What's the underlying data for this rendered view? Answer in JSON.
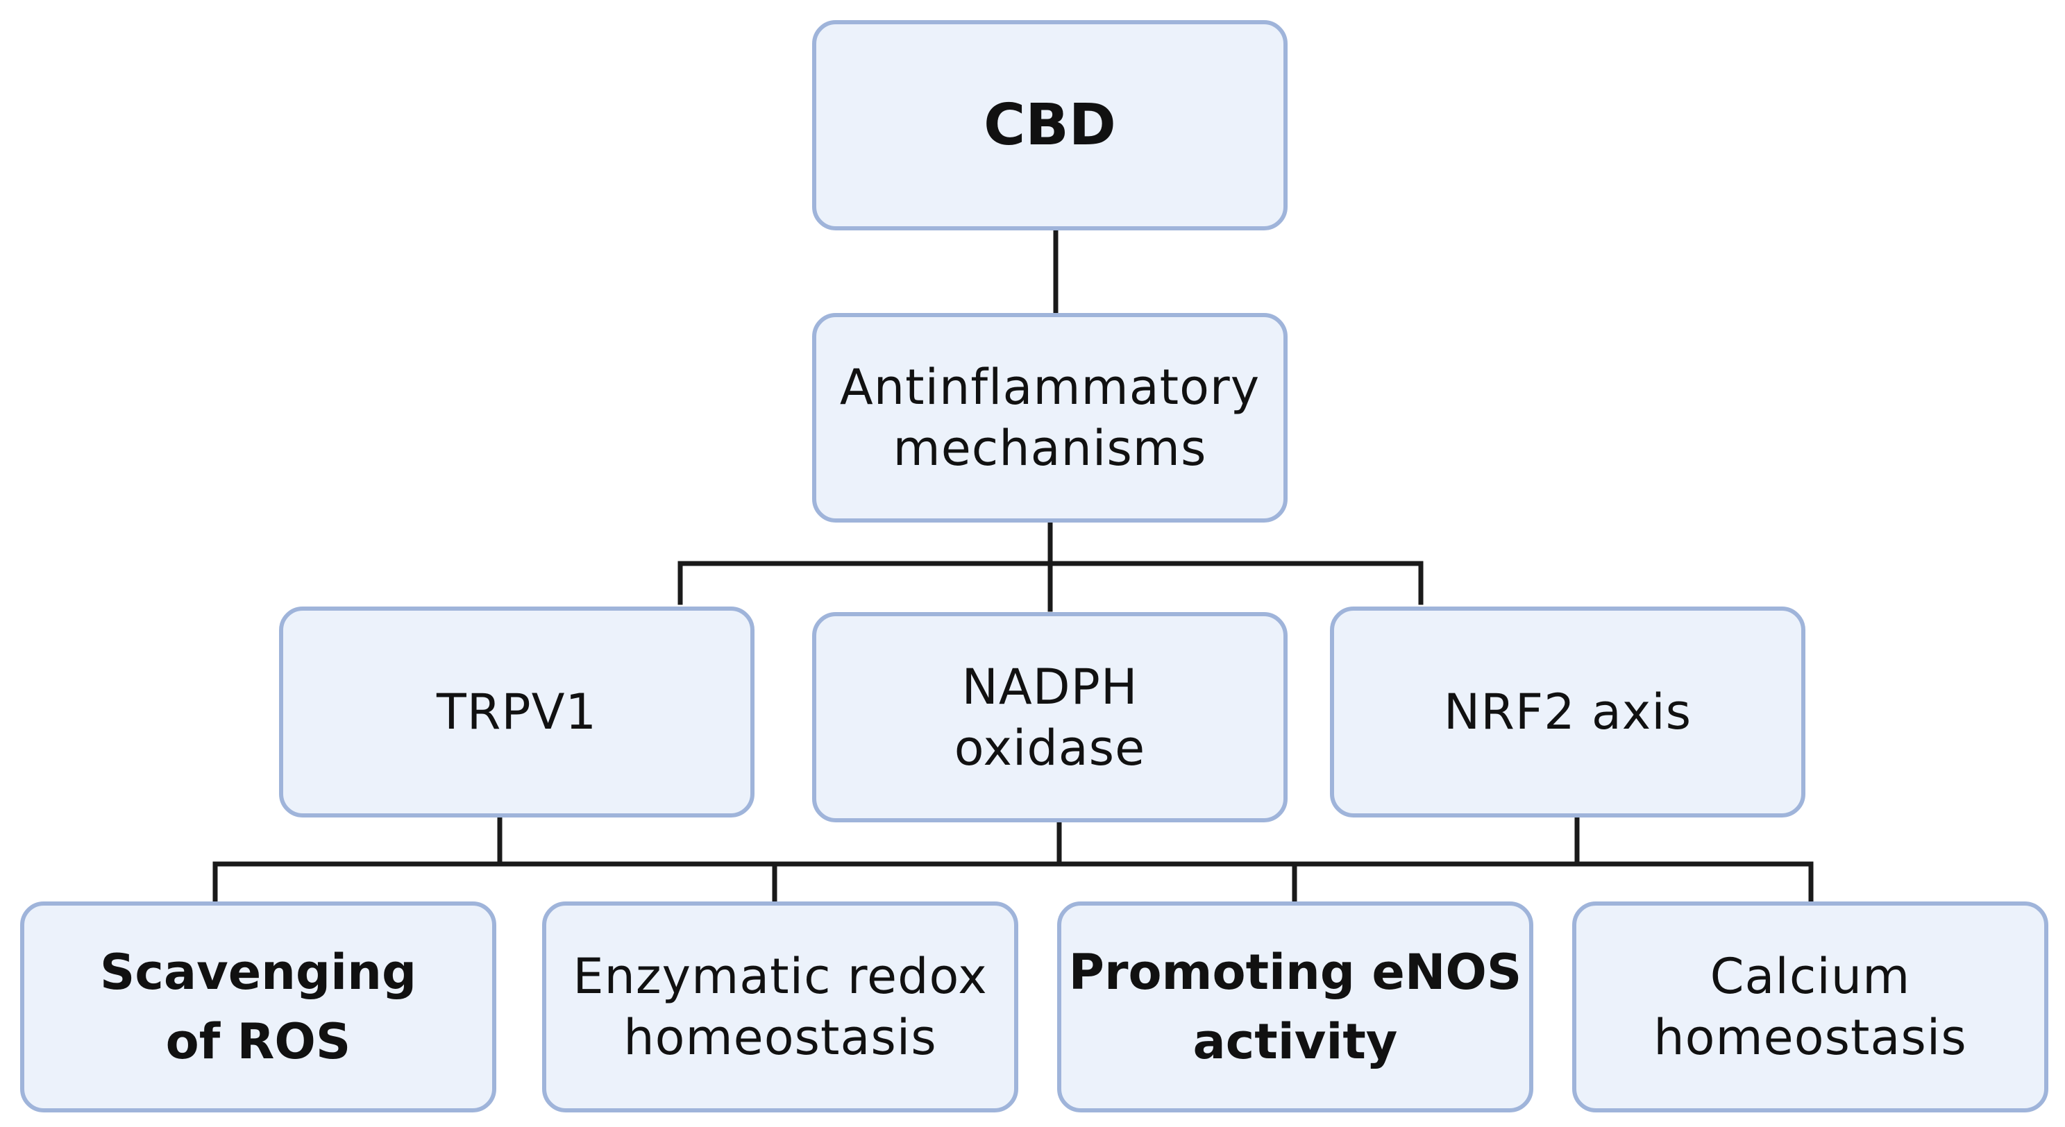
{
  "diagram": {
    "root": {
      "label": "CBD"
    },
    "mechanism": {
      "label": "Antinflammatory\nmechanisms"
    },
    "pathways": [
      {
        "label": "TRPV1"
      },
      {
        "label": "NADPH\noxidase"
      },
      {
        "label": "NRF2 axis"
      }
    ],
    "effects": [
      {
        "label": "Scavenging\nof ROS"
      },
      {
        "label": "Enzymatic redox\nhomeostasis"
      },
      {
        "label": "Promoting eNOS\nactivity"
      },
      {
        "label": "Calcium\nhomeostasis"
      }
    ],
    "colors": {
      "box_fill": "#ecf2fb",
      "box_border": "#9fb4da",
      "connector": "#1a1a1a",
      "text": "#111111"
    }
  }
}
